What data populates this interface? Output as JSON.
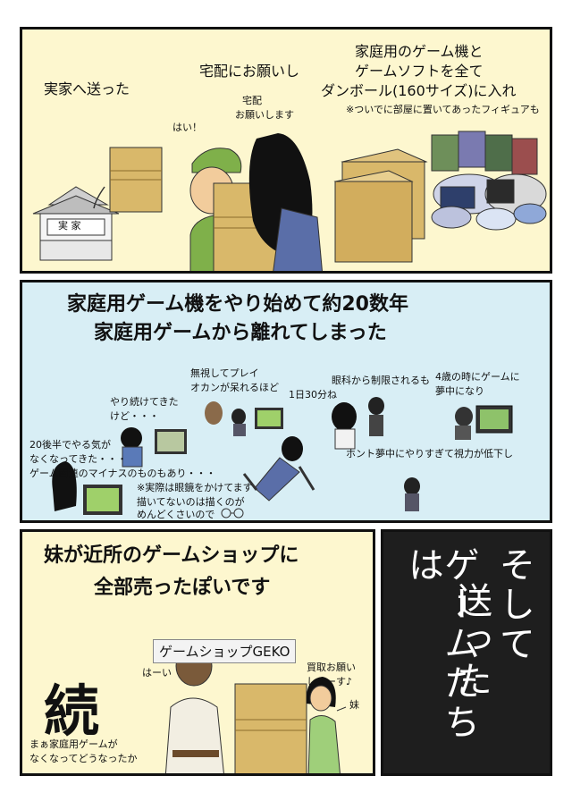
{
  "panel1": {
    "caption_home": "実家へ送った",
    "caption_courier": "宅配にお願いし",
    "caption_pack_line1": "家庭用のゲーム機と",
    "caption_pack_line2": "ゲームソフトを全て",
    "caption_pack_line3": "ダンボール(160サイズ)に入れ",
    "note_figures": "※ついでに部屋に置いてあったフィギュアも",
    "speech_courier": "はい！",
    "speech_request_line1": "宅配",
    "speech_request_line2": "お願いします",
    "house_sign": "実 家"
  },
  "panel2": {
    "title_line1": "家庭用ゲーム機をやり始めて約20数年",
    "title_line2": "家庭用ゲームから離れてしまった",
    "note_age4_line1": "4歳の時にゲームに",
    "note_age4_line2": "夢中になり",
    "note_eye_doctor": "眼科から制限されるも",
    "note_30min": "1日30分ね",
    "note_ignore_line1": "無視してプレイ",
    "note_ignore_line2": "オカンが呆れるほど",
    "note_kept_line1": "やり続けてきた",
    "note_kept_line2": "けど・・・",
    "note_eyesight": "ホント夢中にやりすぎて視力が低下し",
    "note_20s_line1": "20後半でやる気が",
    "note_20s_line2": "なくなってきた・・・",
    "note_20s_line3": "ゲーム関連のマイナスのものもあり・・・",
    "note_glasses_line1": "※実際は眼鏡をかけてます",
    "note_glasses_line2": "描いてないのは描くのが",
    "note_glasses_line3": "めんどくさいので"
  },
  "panel3": {
    "caption_line1": "妹が近所のゲームショップに",
    "caption_line2": "全部売ったぽいです",
    "shop_sign": "ゲームショップGEKO",
    "speech_clerk": "はーい",
    "speech_sister_line1": "買取お願い",
    "speech_sister_line2": "しまーす♪",
    "label_sister": "妹",
    "to_be_continued": "続",
    "footnote_line1": "まぁ家庭用ゲームが",
    "footnote_line2": "なくなってどうなったか"
  },
  "panel4": {
    "col1": "そして",
    "col2": "送った",
    "col3": "ゲームたちは"
  },
  "colors": {
    "panel_cream": "#fdf7cf",
    "panel_blue": "#d8eef5",
    "panel_dark": "#1e1e1e",
    "cardboard": "#d9b86a",
    "cap_green": "#7fb04a"
  }
}
